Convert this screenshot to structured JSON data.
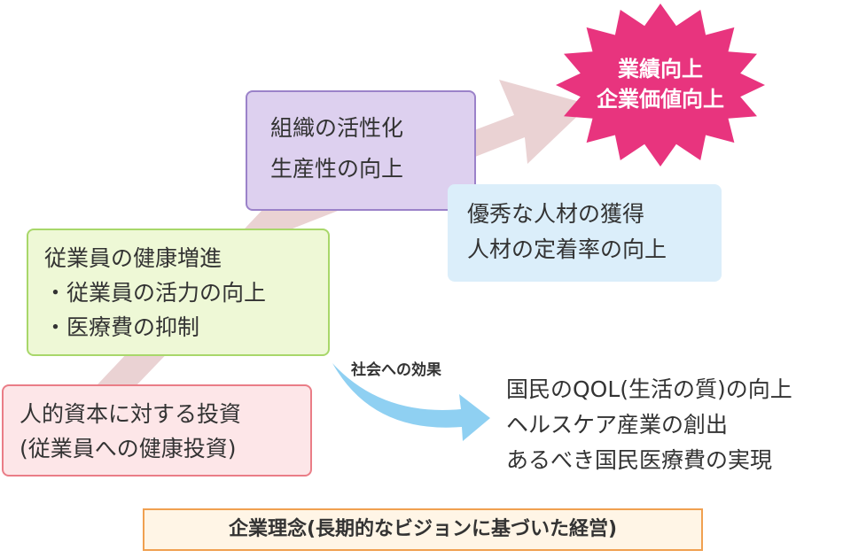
{
  "diagram": {
    "investment": {
      "line1": "人的資本に対する投資",
      "line2": "(従業員への健康投資)"
    },
    "health": {
      "line1": "従業員の健康増進",
      "line2": "・従業員の活力の向上",
      "line3": "・医療費の抑制"
    },
    "organization": {
      "line1": "組織の活性化",
      "line2": "生産性の向上"
    },
    "talent": {
      "line1": "優秀な人材の獲得",
      "line2": "人材の定着率の向上"
    },
    "outcome": {
      "line1": "業績向上",
      "line2": "企業価値向上"
    },
    "social_effect_label": "社会への効果",
    "social_effects": [
      "国民のQOL(生活の質)の向上",
      "ヘルスケア産業の創出",
      "あるべき国民医療費の実現"
    ],
    "philosophy": "企業理念(長期的なビジョンに基づいた経営)"
  },
  "colors": {
    "main_arrow": "#ead2d3",
    "social_arrow": "#8fd0f2",
    "starburst": "#e8347e",
    "investment_fill": "#fde6e8",
    "investment_border": "#ea7d87",
    "health_fill": "#eef8d6",
    "health_border": "#a8d76a",
    "org_fill": "#ddd0ef",
    "org_border": "#9b82c9",
    "talent_fill": "#dbeefa",
    "philosophy_border": "#f0a050"
  }
}
